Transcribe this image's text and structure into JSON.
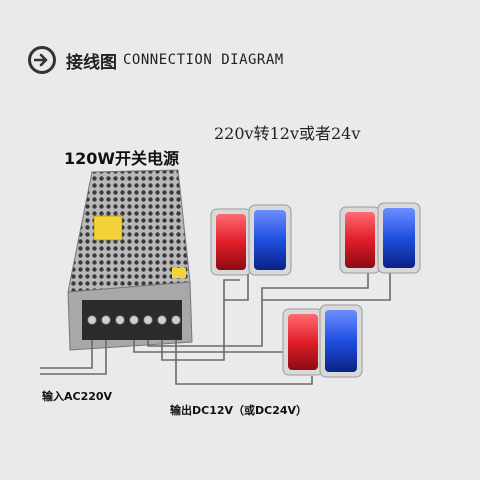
{
  "header": {
    "icon": "arrow-right-circle-icon",
    "title_cn": "接线图",
    "title_en": "CONNECTION DIAGRAM"
  },
  "note": "220v转12v或者24v",
  "power_supply": {
    "label": "120W开关电源"
  },
  "input_label": "输入AC220V",
  "output_label": "输出DC12V（或DC24V）",
  "lights": [
    {
      "name": "light-pair-top-left",
      "colors": [
        "#e01e2a",
        "#1f4fe0"
      ]
    },
    {
      "name": "light-pair-top-right",
      "colors": [
        "#e01e2a",
        "#1f4fe0"
      ]
    },
    {
      "name": "light-pair-bottom",
      "colors": [
        "#e01e2a",
        "#1f4fe0"
      ]
    }
  ],
  "colors": {
    "red": "#e01e2a",
    "blue": "#1f4fe0",
    "wire": "#6a6a6a"
  }
}
